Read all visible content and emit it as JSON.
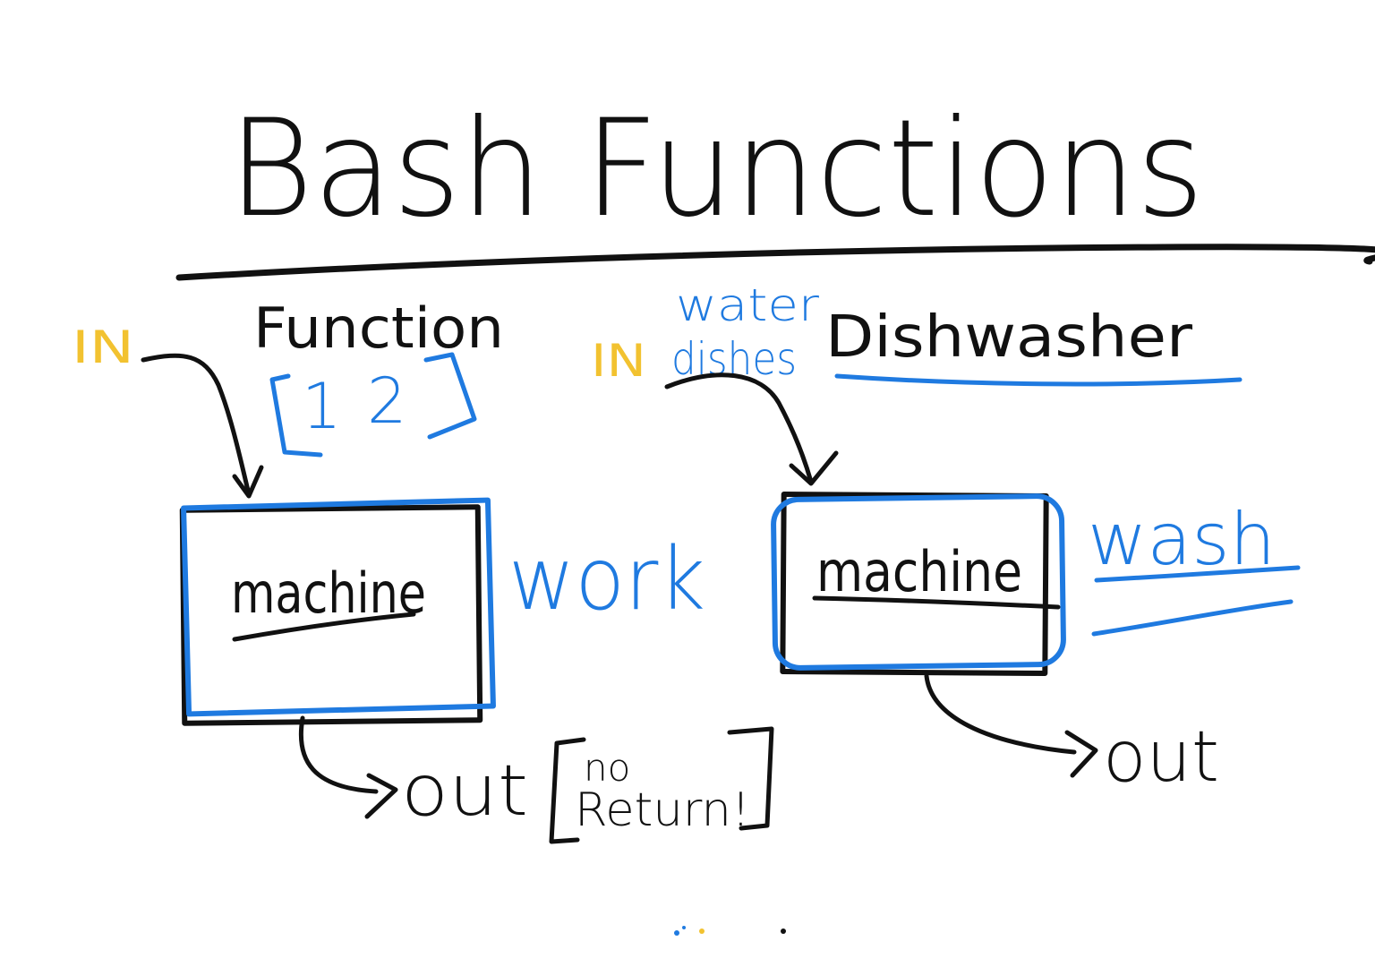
{
  "title": "Bash Functions",
  "left": {
    "heading": "Function",
    "args": [
      "1",
      "2"
    ],
    "in_label": "IN",
    "machine_label": "machine",
    "action_label": "work",
    "out_label": "out",
    "note_line1": "no",
    "note_line2": "Return!"
  },
  "right": {
    "heading": "Dishwasher",
    "in_label": "IN",
    "inputs": [
      "water",
      "dishes"
    ],
    "machine_label": "machine",
    "action_label": "wash",
    "out_label": "out"
  },
  "colors": {
    "ink": "#111111",
    "blue": "#1f7ae0",
    "yellow": "#f2c230"
  }
}
